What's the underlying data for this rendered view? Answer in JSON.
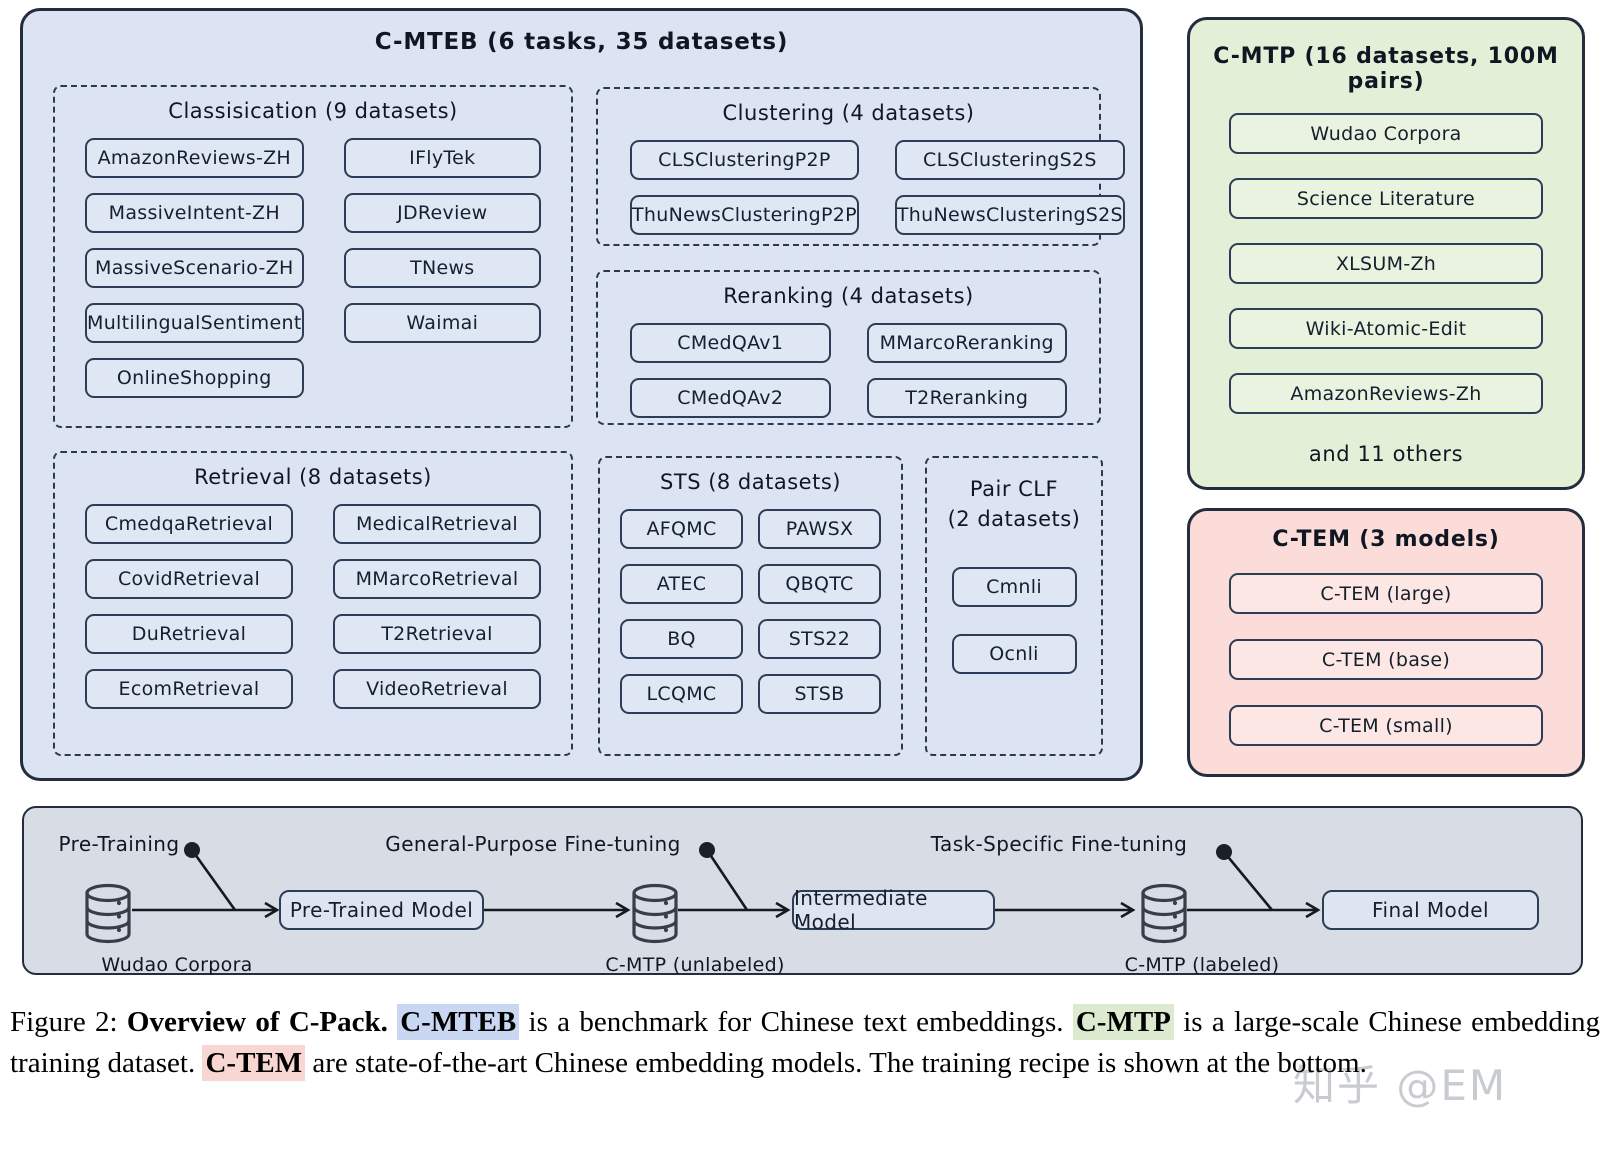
{
  "cmteb": {
    "title": "C-MTEB (6 tasks, 35 datasets)",
    "groups": [
      {
        "title": "Classisication (9 datasets)",
        "items": [
          "AmazonReviews-ZH",
          "IFlyTek",
          "MassiveIntent-ZH",
          "JDReview",
          "MassiveScenario-ZH",
          "TNews",
          "MultilingualSentiment",
          "Waimai",
          "OnlineShopping"
        ]
      },
      {
        "title": "Clustering (4 datasets)",
        "items": [
          "CLSClusteringP2P",
          "CLSClusteringS2S",
          "ThuNewsClusteringP2P",
          "ThuNewsClusteringS2S"
        ]
      },
      {
        "title": "Reranking (4 datasets)",
        "items": [
          "CMedQAv1",
          "MMarcoReranking",
          "CMedQAv2",
          "T2Reranking"
        ]
      },
      {
        "title": "Retrieval (8 datasets)",
        "items": [
          "CmedqaRetrieval",
          "MedicalRetrieval",
          "CovidRetrieval",
          "MMarcoRetrieval",
          "DuRetrieval",
          "T2Retrieval",
          "EcomRetrieval",
          "VideoRetrieval"
        ]
      },
      {
        "title": "STS (8 datasets)",
        "items": [
          "AFQMC",
          "PAWSX",
          "ATEC",
          "QBQTC",
          "BQ",
          "STS22",
          "LCQMC",
          "STSB"
        ]
      },
      {
        "title_line1": "Pair CLF",
        "title_line2": "(2 datasets)",
        "items": [
          "Cmnli",
          "Ocnli"
        ]
      }
    ]
  },
  "cmtp": {
    "title": "C-MTP (16 datasets, 100M pairs)",
    "items": [
      "Wudao Corpora",
      "Science Literature",
      "XLSUM-Zh",
      "Wiki-Atomic-Edit",
      "AmazonReviews-Zh"
    ],
    "footer": "and 11 others"
  },
  "ctem": {
    "title": "C-TEM (3 models)",
    "items": [
      "C-TEM (large)",
      "C-TEM (base)",
      "C-TEM (small)"
    ]
  },
  "pipeline": {
    "stages": [
      {
        "label": "Pre-Training"
      },
      {
        "label": "General-Purpose Fine-tuning"
      },
      {
        "label": "Task-Specific Fine-tuning"
      }
    ],
    "datastores": [
      {
        "label": "Wudao Corpora"
      },
      {
        "label": "C-MTP (unlabeled)"
      },
      {
        "label": "C-MTP (labeled)"
      }
    ],
    "models": [
      {
        "label": "Pre-Trained Model"
      },
      {
        "label": "Intermediate Model"
      },
      {
        "label": "Final Model"
      }
    ]
  },
  "caption": {
    "parts": [
      {
        "text": "Figure 2: "
      },
      {
        "text": "Overview of C-Pack."
      },
      {
        "text": " "
      },
      {
        "text": "C-MTEB"
      },
      {
        "text": " is a benchmark for Chinese text embeddings. "
      },
      {
        "text": "C-MTP"
      },
      {
        "text": " is a large-scale Chinese embedding training dataset. "
      },
      {
        "text": "C-TEM"
      },
      {
        "text": " are state-of-the-art Chinese embedding models. The training recipe is shown at the bottom."
      }
    ]
  },
  "watermark": "知乎 @EM",
  "colors": {
    "cmteb_panel_bg": "#dce4f3",
    "cmteb_item_bg": "#dfe6f4",
    "cmtp_panel_bg": "#e4efd8",
    "cmtp_item_bg": "#eaf3e0",
    "ctem_panel_bg": "#fbdcd9",
    "ctem_item_bg": "#fce7e4",
    "pipeline_panel_bg": "#d8dce4",
    "model_box_bg": "#dfe5f0",
    "panel_outline": "#242d3d",
    "box_border": "#2e3d57",
    "highlight_blue": "#c9d7f2",
    "highlight_green": "#dcead0",
    "highlight_pink": "#f8d7d3"
  }
}
